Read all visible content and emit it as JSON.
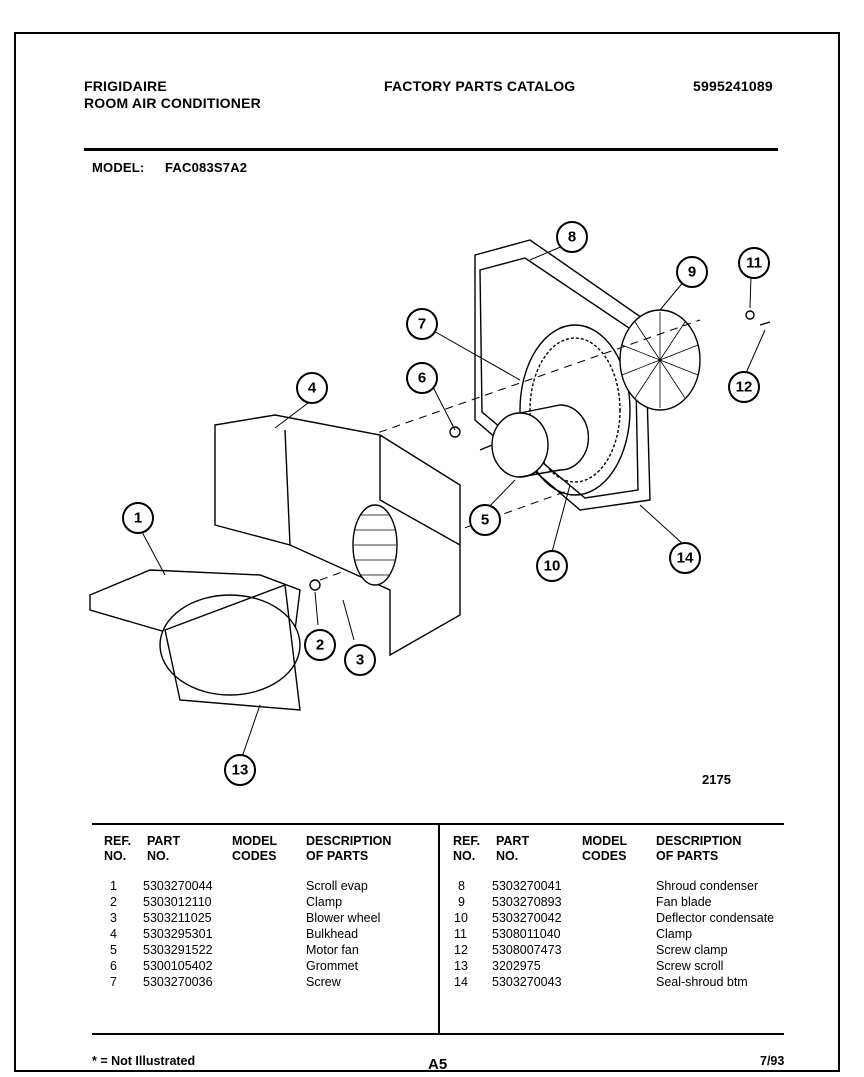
{
  "header": {
    "brand": "FRIGIDAIRE",
    "product": "ROOM AIR CONDITIONER",
    "catalog": "FACTORY PARTS CATALOG",
    "catalog_number": "5995241089",
    "model_label": "MODEL:",
    "model_value": "FAC083S7A2"
  },
  "diagram": {
    "callouts": [
      "1",
      "2",
      "3",
      "4",
      "5",
      "6",
      "7",
      "8",
      "9",
      "10",
      "11",
      "12",
      "13",
      "14"
    ],
    "drawing_number": "2175"
  },
  "table": {
    "headers": {
      "ref_1": "REF.",
      "ref_2": "NO.",
      "part_1": "PART",
      "part_2": "NO.",
      "model_1": "MODEL",
      "model_2": "CODES",
      "desc_1": "DESCRIPTION",
      "desc_2": "OF PARTS"
    },
    "left_rows": [
      {
        "ref": "1",
        "part": "5303270044",
        "desc": "Scroll evap"
      },
      {
        "ref": "2",
        "part": "5303012110",
        "desc": "Clamp"
      },
      {
        "ref": "3",
        "part": "5303211025",
        "desc": "Blower wheel"
      },
      {
        "ref": "4",
        "part": "5303295301",
        "desc": "Bulkhead"
      },
      {
        "ref": "5",
        "part": "5303291522",
        "desc": "Motor fan"
      },
      {
        "ref": "6",
        "part": "5300105402",
        "desc": "Grommet"
      },
      {
        "ref": "7",
        "part": "5303270036",
        "desc": "Screw"
      }
    ],
    "right_rows": [
      {
        "ref": "8",
        "part": "5303270041",
        "desc": "Shroud condenser"
      },
      {
        "ref": "9",
        "part": "5303270893",
        "desc": "Fan blade"
      },
      {
        "ref": "10",
        "part": "5303270042",
        "desc": "Deflector condensate"
      },
      {
        "ref": "11",
        "part": "5308011040",
        "desc": "Clamp"
      },
      {
        "ref": "12",
        "part": "5308007473",
        "desc": "Screw clamp"
      },
      {
        "ref": "13",
        "part": "3202975",
        "desc": "Screw scroll"
      },
      {
        "ref": "14",
        "part": "5303270043",
        "desc": "Seal-shroud btm"
      }
    ]
  },
  "footer": {
    "note": "* = Not Illustrated",
    "page": "A5",
    "date": "7/93"
  }
}
